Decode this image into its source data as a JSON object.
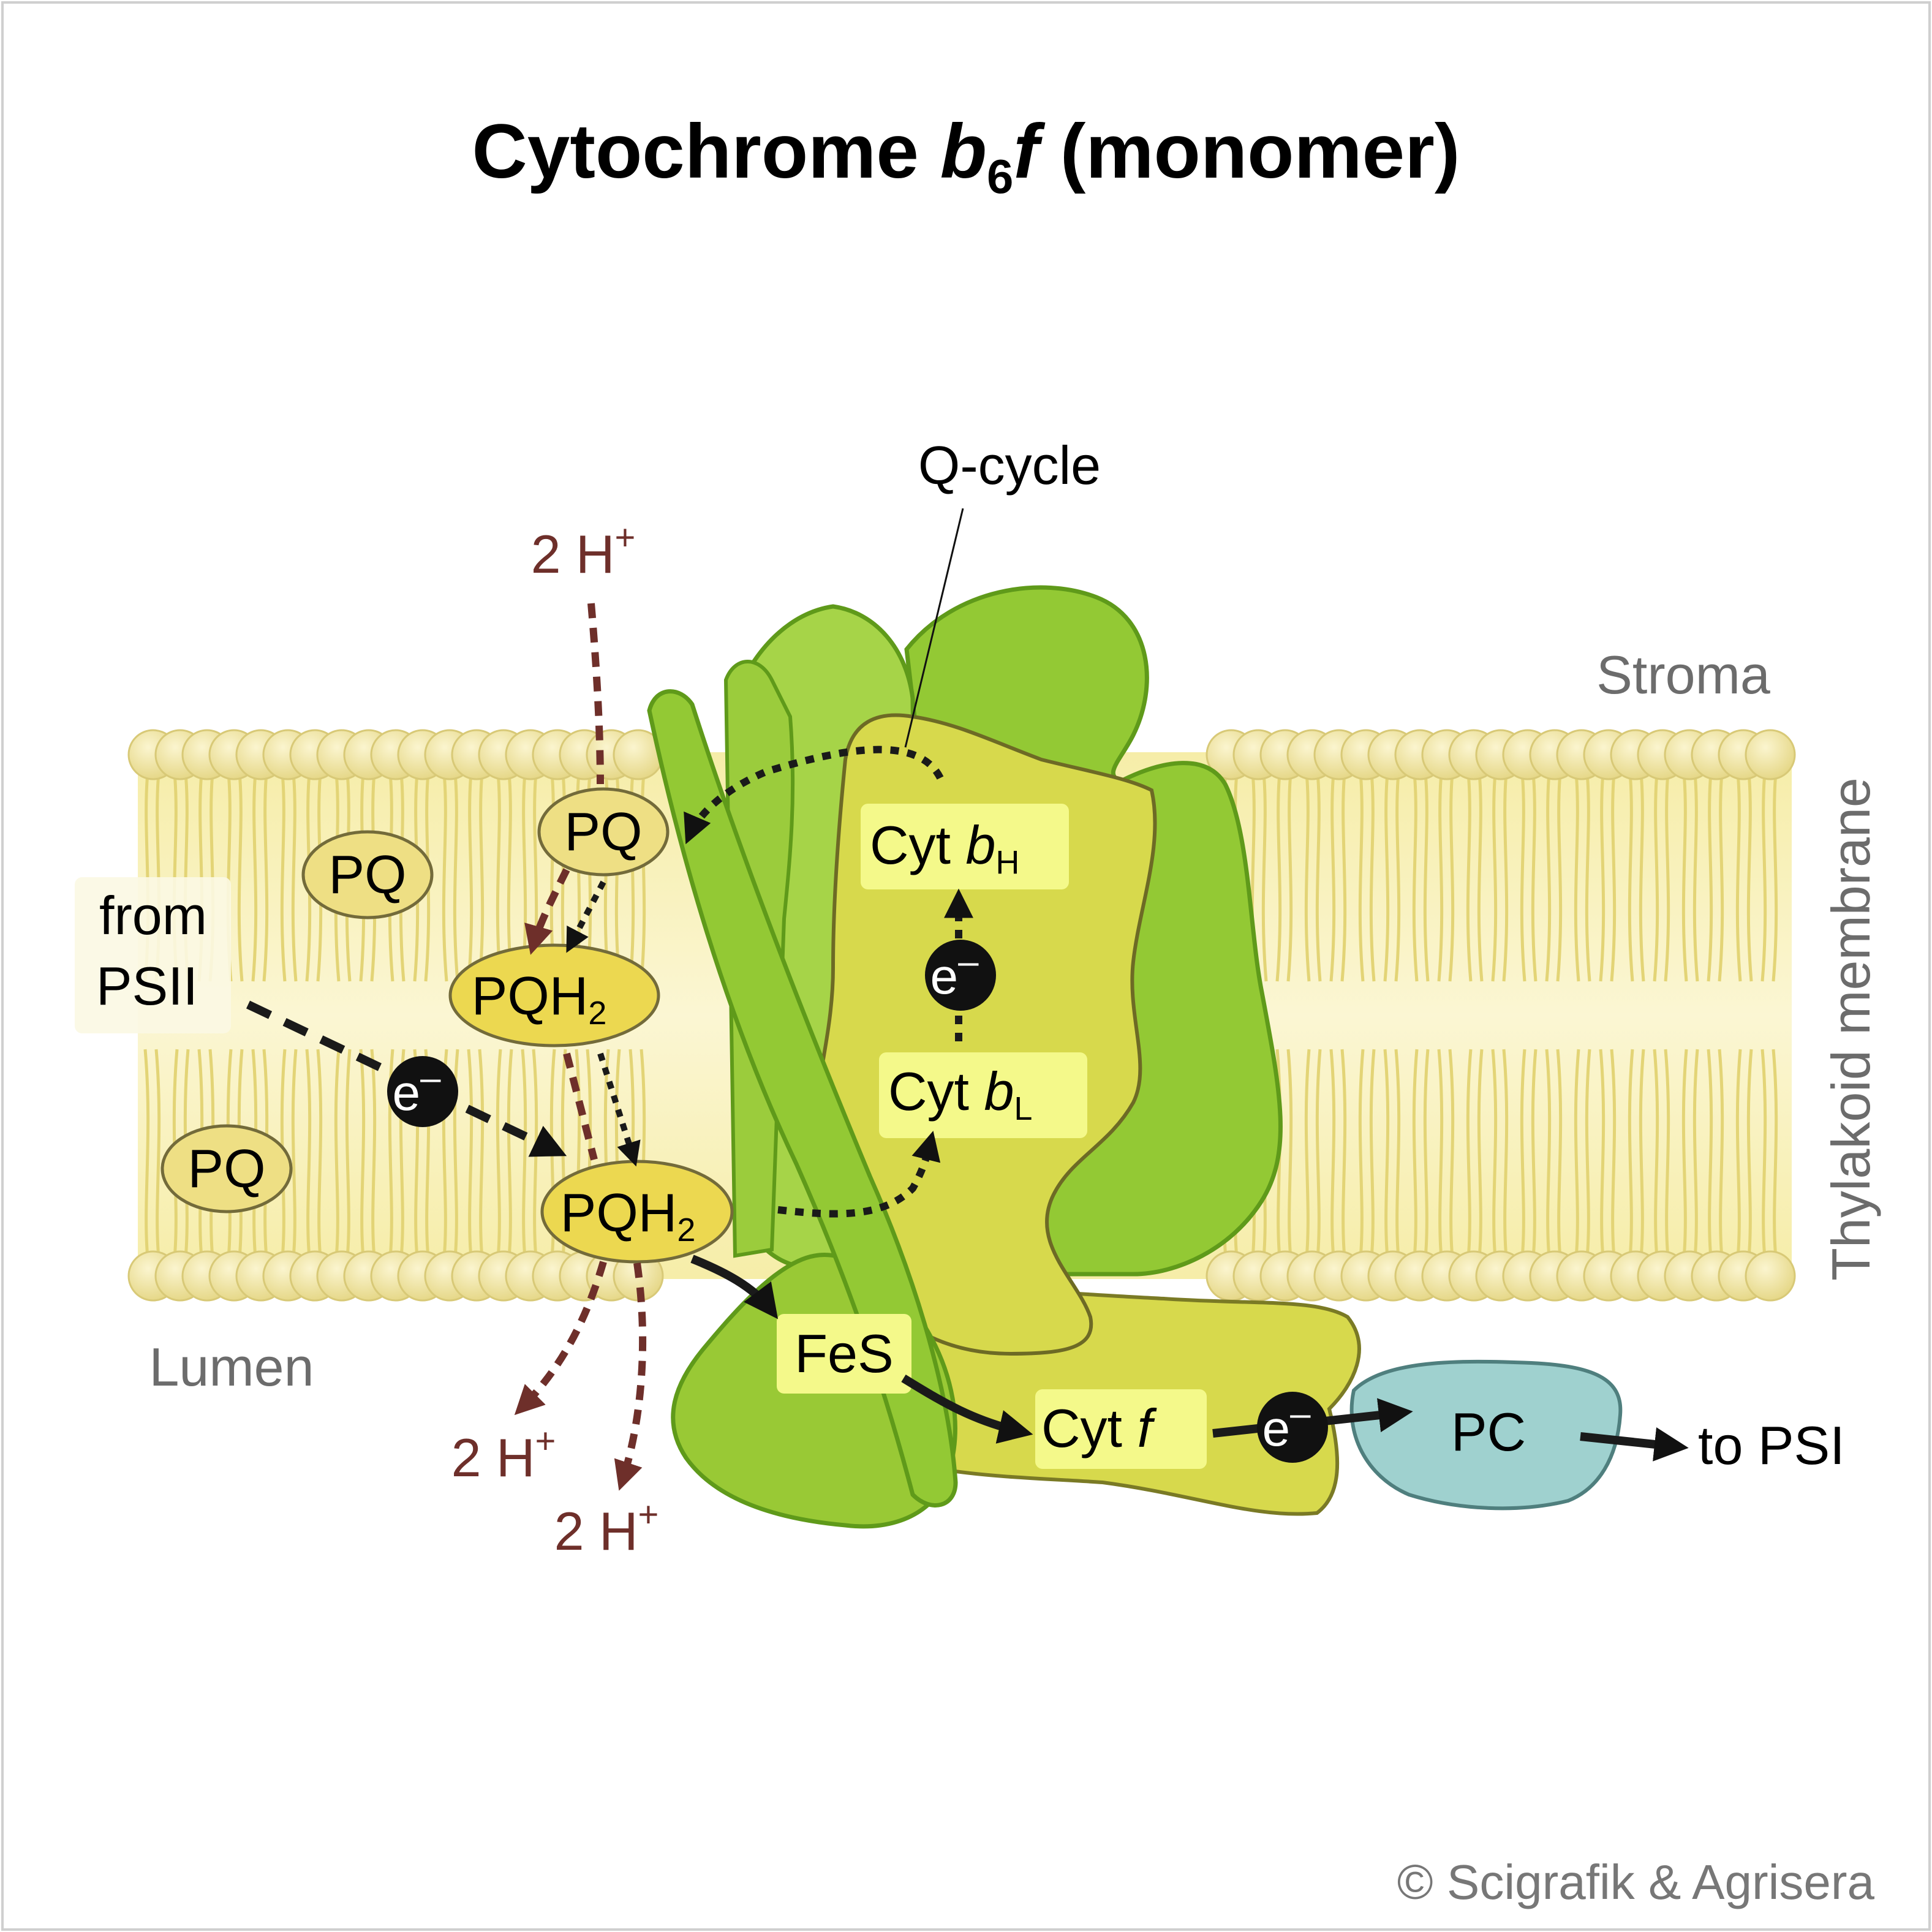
{
  "title": {
    "main": "Cytochrome ",
    "italic_b": "b",
    "sub_6": "6",
    "italic_f": "f",
    "rest": " (monomer)"
  },
  "regions": {
    "stroma": "Stroma",
    "lumen": "Lumen",
    "membrane": "Thylakoid membrane"
  },
  "qcycle": "Q-cycle",
  "protons": {
    "coef": "2 H",
    "sup": "+"
  },
  "molecules": {
    "pq": "PQ",
    "pqh_main": "PQH",
    "pqh_sub": "2",
    "fes": "FeS",
    "pc": "PC"
  },
  "cyt": {
    "prefix": "Cyt ",
    "b": "b",
    "h": "H",
    "l": "L",
    "f": "f"
  },
  "electron": {
    "e": "e",
    "minus": "–"
  },
  "from_psii": {
    "line1": "from",
    "line2": "PSII"
  },
  "to_psi": "to PSI",
  "copyright": "© Scigrafik & Agrisera",
  "colors": {
    "membrane": "#f7efb4",
    "lipid_head": "#f1e59a",
    "protein_light": "#9fcd38",
    "protein_core": "#d7d94c",
    "pq_fill": "#eedf84",
    "pqh_fill": "#ecd850",
    "pc_fill": "#9fd1cf",
    "proton": "#6e2f2a",
    "label_bg": "#f4f98a"
  }
}
